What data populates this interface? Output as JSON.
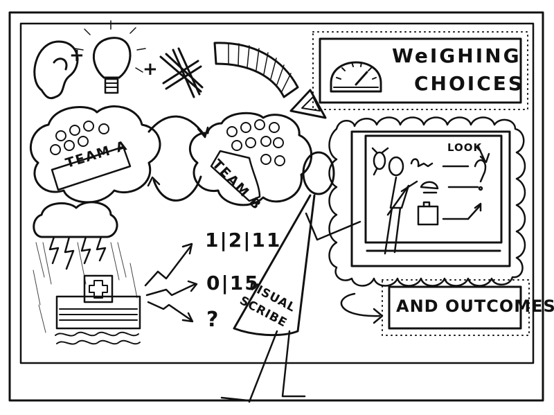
{
  "labels": {
    "weighing_choices_line1": "WeIGHING",
    "weighing_choices_line2": "CHOICES",
    "team_a": "TEAM A",
    "team_b": "TEAM B",
    "and_outcomes": "AND OUTCOMES",
    "visual_scribe_line1": "VISUAL",
    "visual_scribe_line2": "SCRIBE",
    "look": "LOOK",
    "number_1": "1|2|11",
    "number_2": "0|15",
    "number_3": "?",
    "plus_1": "+",
    "plus_2": "+"
  },
  "colors": {
    "ink": "#111111",
    "paper": "#ffffff"
  }
}
